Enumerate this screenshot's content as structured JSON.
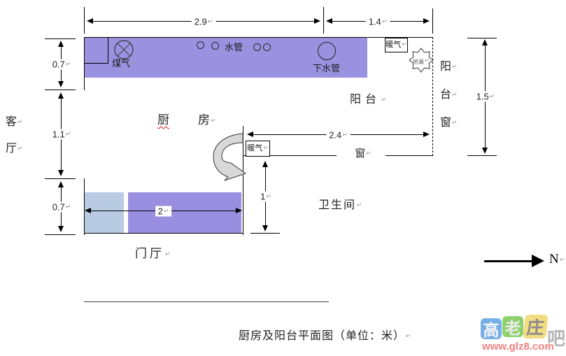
{
  "marks": {
    "return": "↵"
  },
  "colors": {
    "counter_purple": "#9a92e0",
    "bar_purple": "#998ee0",
    "bar_blue": "#b9cbe3",
    "door_gray": "#d8d8d8",
    "squiggle_red": "#cc1111",
    "watermark_blue": "#76aee7",
    "watermark_green": "#8ed06b",
    "watermark_yellow": "#f2dd84",
    "watermark_gray": "#b5b5b5",
    "watermark_pink": "#f38080"
  },
  "dims": {
    "counter_left": "2.9",
    "counter_right": "1.4",
    "wall_upper": "0.7",
    "opening": "1.1",
    "wall_lower": "0.7",
    "balcony_window_width": "2.4",
    "bath_wall": "1",
    "hall_cabinet": "2",
    "balcony_depth": "1.5"
  },
  "labels": {
    "living_room": [
      "客",
      "厅"
    ],
    "kitchen": {
      "char1": "厨",
      "char2": "房"
    },
    "balcony": "阳台",
    "balcony_window": [
      "阳",
      "台",
      "窗"
    ],
    "window": "窗",
    "bathroom": "卫生间",
    "entry_hall": "门厅"
  },
  "fixtures": {
    "gas": "煤气",
    "water_pipe": "水管",
    "drain_pipe": "下水管",
    "heater_balcony": "暖气",
    "heater_kitchen": "暖气",
    "floor_drain": "地漏"
  },
  "compass": {
    "north": "N"
  },
  "caption": "厨房及阳台平面图（单位：米）",
  "watermark": {
    "char1": "高",
    "char2": "老",
    "char3": "庄",
    "char4": "吧",
    "url": "www.glz8.com"
  }
}
